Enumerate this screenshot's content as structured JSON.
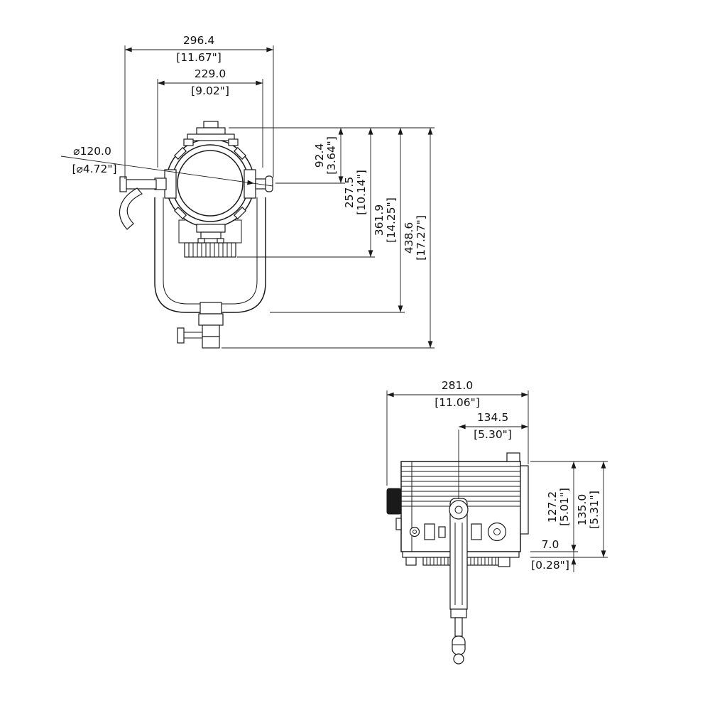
{
  "meta": {
    "background": "#ffffff",
    "line_color": "#1a1a1a",
    "description": "Dimensional technical drawing of an LED fresnel stage light, front view and side view"
  },
  "drawing": {
    "front": {
      "overall_width_mm": "296.4",
      "overall_width_in": "[11.67\"]",
      "inner_width_mm": "229.0",
      "inner_width_in": "[9.02\"]",
      "lens_diameter_mm": "⌀120.0",
      "lens_diameter_in": "[⌀4.72\"]",
      "top_to_yoke_axis_mm": "92.4",
      "top_to_yoke_axis_in": "[3.64\"]",
      "top_to_body_bottom_mm": "257.5",
      "top_to_body_bottom_in": "[10.14\"]",
      "top_to_yoke_bottom_mm": "361.9",
      "top_to_yoke_bottom_in": "[14.25\"]",
      "overall_height_mm": "438.6",
      "overall_height_in": "[17.27\"]"
    },
    "side": {
      "overall_depth_mm": "281.0",
      "overall_depth_in": "[11.06\"]",
      "yoke_to_rear_mm": "134.5",
      "yoke_to_rear_in": "[5.30\"]",
      "body_height_mm": "127.2",
      "body_height_in": "[5.01\"]",
      "body_height_with_base_mm": "135.0",
      "body_height_with_base_in": "[5.31\"]",
      "base_lip_mm": "7.0",
      "base_lip_in": "[0.28\"]"
    }
  }
}
